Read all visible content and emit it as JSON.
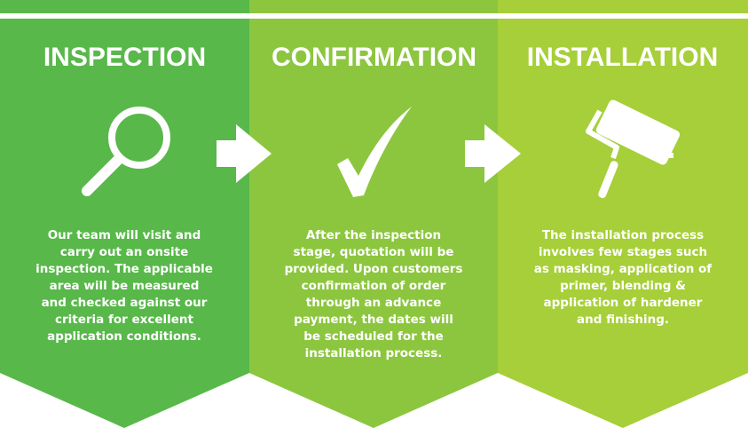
{
  "colors": {
    "stage1": "#58b84a",
    "stage2": "#8cc63f",
    "stage3": "#a6cf39"
  },
  "stages": [
    {
      "title": "INSPECTION",
      "icon": "magnifier-icon",
      "text": "Our team will visit and carry out an onsite inspection. The applicable area will be measured and checked against our criteria for excellent application conditions."
    },
    {
      "title": "CONFIRMATION",
      "icon": "checkmark-icon",
      "text": "After the inspection stage, quotation will be provided. Upon customers confirmation of order through an advance payment, the dates will be scheduled for the installation process."
    },
    {
      "title": "INSTALLATION",
      "icon": "paint-roller-icon",
      "text": "The installation process involves few stages such as masking, application of primer, blending & application of hardener and finishing."
    }
  ]
}
